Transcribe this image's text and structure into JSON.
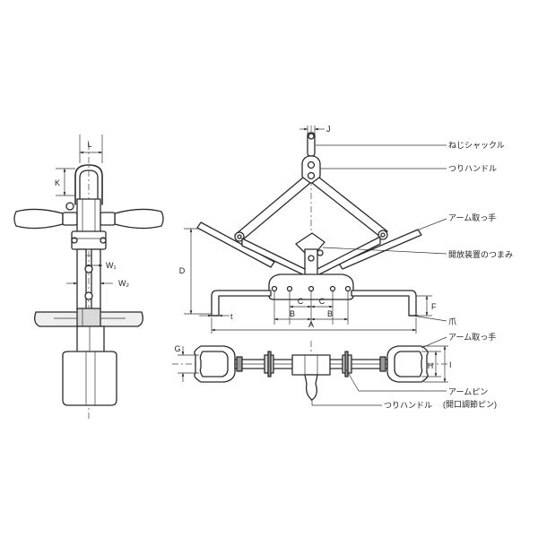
{
  "labels": {
    "neji_shackle": "ねじシャックル",
    "tsuri_handle_top": "つりハンドル",
    "arm_handle_top": "アーム取っ手",
    "kaiho_knob": "開放装置のつまみ",
    "tsume": "爪",
    "arm_handle_bottom": "アーム取っ手",
    "arm_pin": "アームピン",
    "arm_pin_note": "(開口調節ピン)",
    "tsuri_handle_bottom": "つりハンドル"
  },
  "dims": {
    "L": "L",
    "K": "K",
    "W1": "W₁",
    "W2": "W₂",
    "J": "J",
    "D": "D",
    "t": "t",
    "C_left": "C",
    "C_right": "C",
    "B_left": "B",
    "B_right": "B",
    "F": "F",
    "A": "A",
    "G": "G",
    "H": "H",
    "I": "I"
  }
}
